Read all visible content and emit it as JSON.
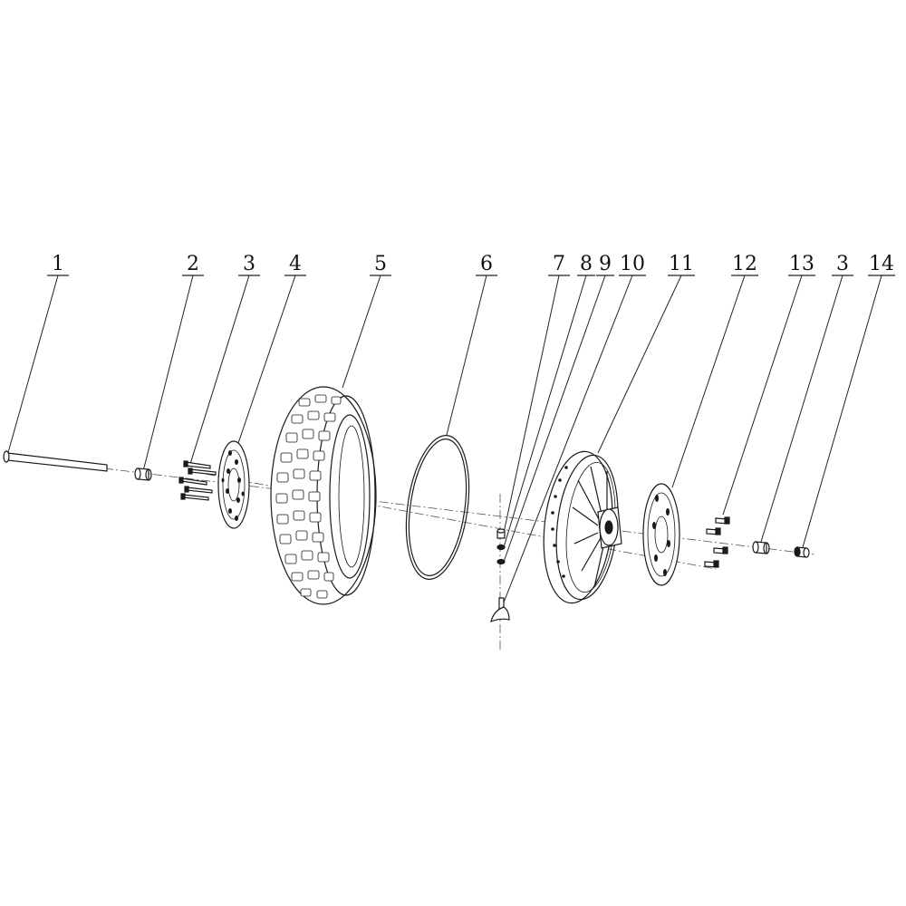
{
  "callouts": [
    {
      "id": "c1",
      "label": "1"
    },
    {
      "id": "c2",
      "label": "2"
    },
    {
      "id": "c3",
      "label": "3"
    },
    {
      "id": "c4",
      "label": "4"
    },
    {
      "id": "c5",
      "label": "5"
    },
    {
      "id": "c6",
      "label": "6"
    },
    {
      "id": "c7",
      "label": "7"
    },
    {
      "id": "c8",
      "label": "8"
    },
    {
      "id": "c9",
      "label": "9"
    },
    {
      "id": "c10",
      "label": "10"
    },
    {
      "id": "c11",
      "label": "11"
    },
    {
      "id": "c12",
      "label": "12"
    },
    {
      "id": "c13",
      "label": "13"
    },
    {
      "id": "c3b",
      "label": "3"
    },
    {
      "id": "c14",
      "label": "14"
    }
  ],
  "parts": [
    {
      "callout": "1",
      "icon": "axle-icon"
    },
    {
      "callout": "2",
      "icon": "spacer-icon"
    },
    {
      "callout": "3",
      "icon": "bolt-icon"
    },
    {
      "callout": "4",
      "icon": "brake-disc-icon"
    },
    {
      "callout": "5",
      "icon": "tire-icon"
    },
    {
      "callout": "6",
      "icon": "rim-band-icon"
    },
    {
      "callout": "7",
      "icon": "valve-nut-icon"
    },
    {
      "callout": "8",
      "icon": "washer-icon"
    },
    {
      "callout": "9",
      "icon": "washer-icon"
    },
    {
      "callout": "10",
      "icon": "valve-icon"
    },
    {
      "callout": "11",
      "icon": "wheel-rim-icon"
    },
    {
      "callout": "12",
      "icon": "sprocket-icon"
    },
    {
      "callout": "13",
      "icon": "bolt-icon"
    },
    {
      "callout": "3",
      "icon": "spacer-icon"
    },
    {
      "callout": "14",
      "icon": "axle-nut-icon"
    }
  ]
}
